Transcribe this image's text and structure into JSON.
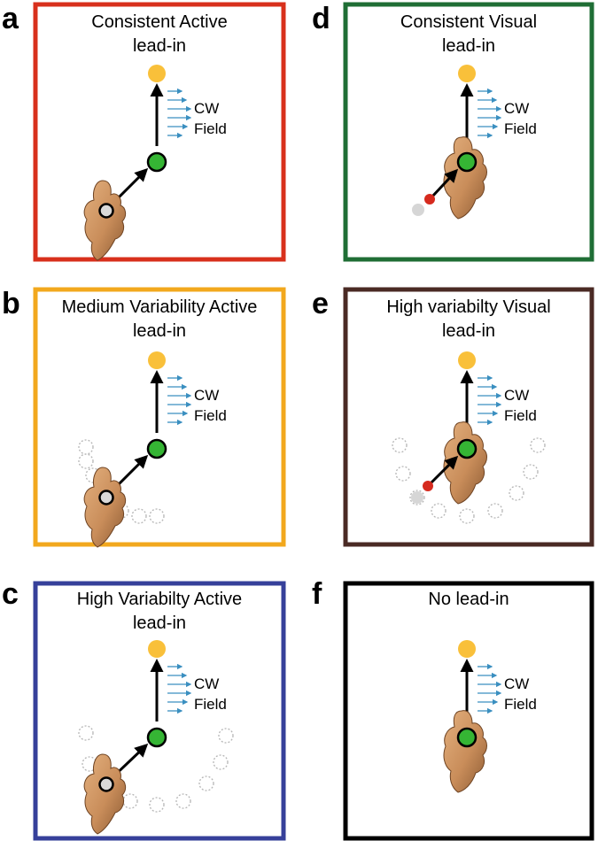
{
  "panels": [
    {
      "letter": "a",
      "title_line1": "Consistent Active",
      "title_line2": "lead-in",
      "border_color": "#d8301c",
      "kind": "active",
      "prior_targets": 0
    },
    {
      "letter": "b",
      "title_line1": "Medium Variability Active",
      "title_line2": "lead-in",
      "border_color": "#f2a81d",
      "kind": "active",
      "prior_targets": 6
    },
    {
      "letter": "c",
      "title_line1": "High Variabilty Active",
      "title_line2": "lead-in",
      "border_color": "#36409a",
      "kind": "active",
      "prior_targets": 9
    },
    {
      "letter": "d",
      "title_line1": "Consistent Visual",
      "title_line2": "lead-in",
      "border_color": "#1f6e35",
      "kind": "visual",
      "prior_targets": 0
    },
    {
      "letter": "e",
      "title_line1": "High variabilty Visual",
      "title_line2": "lead-in",
      "border_color": "#4a2a24",
      "kind": "visual",
      "prior_targets": 9
    },
    {
      "letter": "f",
      "title_line1": "No lead-in",
      "title_line2": "",
      "border_color": "#000000",
      "kind": "none",
      "prior_targets": 0
    }
  ],
  "field_label_line1": "CW",
  "field_label_line2": "Field",
  "colors": {
    "target": "#f9c03a",
    "via_point": "#35b534",
    "start_active": "#d9d9d9",
    "cursor_visual": "#d62a1e",
    "start_visual": "#d6d6d6",
    "field_arrows": "#3a8fc0",
    "dashed_targets": "#b5b5b5"
  },
  "icons": {
    "hand": "hand-icon"
  }
}
